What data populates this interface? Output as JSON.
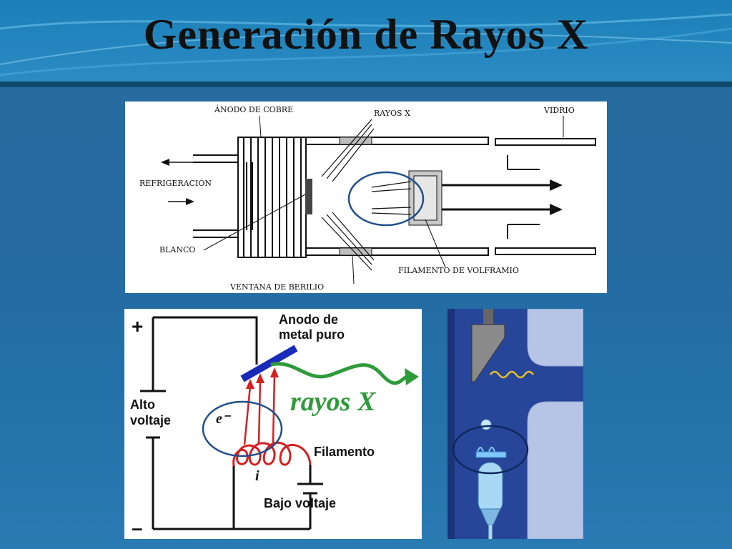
{
  "slide": {
    "title": "Generación de Rayos X"
  },
  "tube_diagram": {
    "labels": {
      "anodo": "ÁNODO DE COBRE",
      "rayos": "RAYOS X",
      "vidrio": "VIDRIO",
      "refrigeracion": "REFRIGERACIÓN",
      "blanco": "BLANCO",
      "filamento": "FILAMENTO DE VOLFRAMIO",
      "ventana": "VENTANA DE BERILIO"
    }
  },
  "circuit_diagram": {
    "labels": {
      "plus": "+",
      "minus": "–",
      "anodo": "Anodo de",
      "anodo2": "metal puro",
      "alto": "Alto",
      "alto2": "voltaje",
      "rayos": "rayos X",
      "electron": "e⁻",
      "filamento": "Filamento",
      "corriente": "i",
      "bajo": "Bajo voltaje"
    }
  },
  "colors": {
    "highlight_circle": "#1f4e8c",
    "anode_plate": "#1a2ab8",
    "xray_wave": "#2f9a3a",
    "filament": "#d42020"
  }
}
